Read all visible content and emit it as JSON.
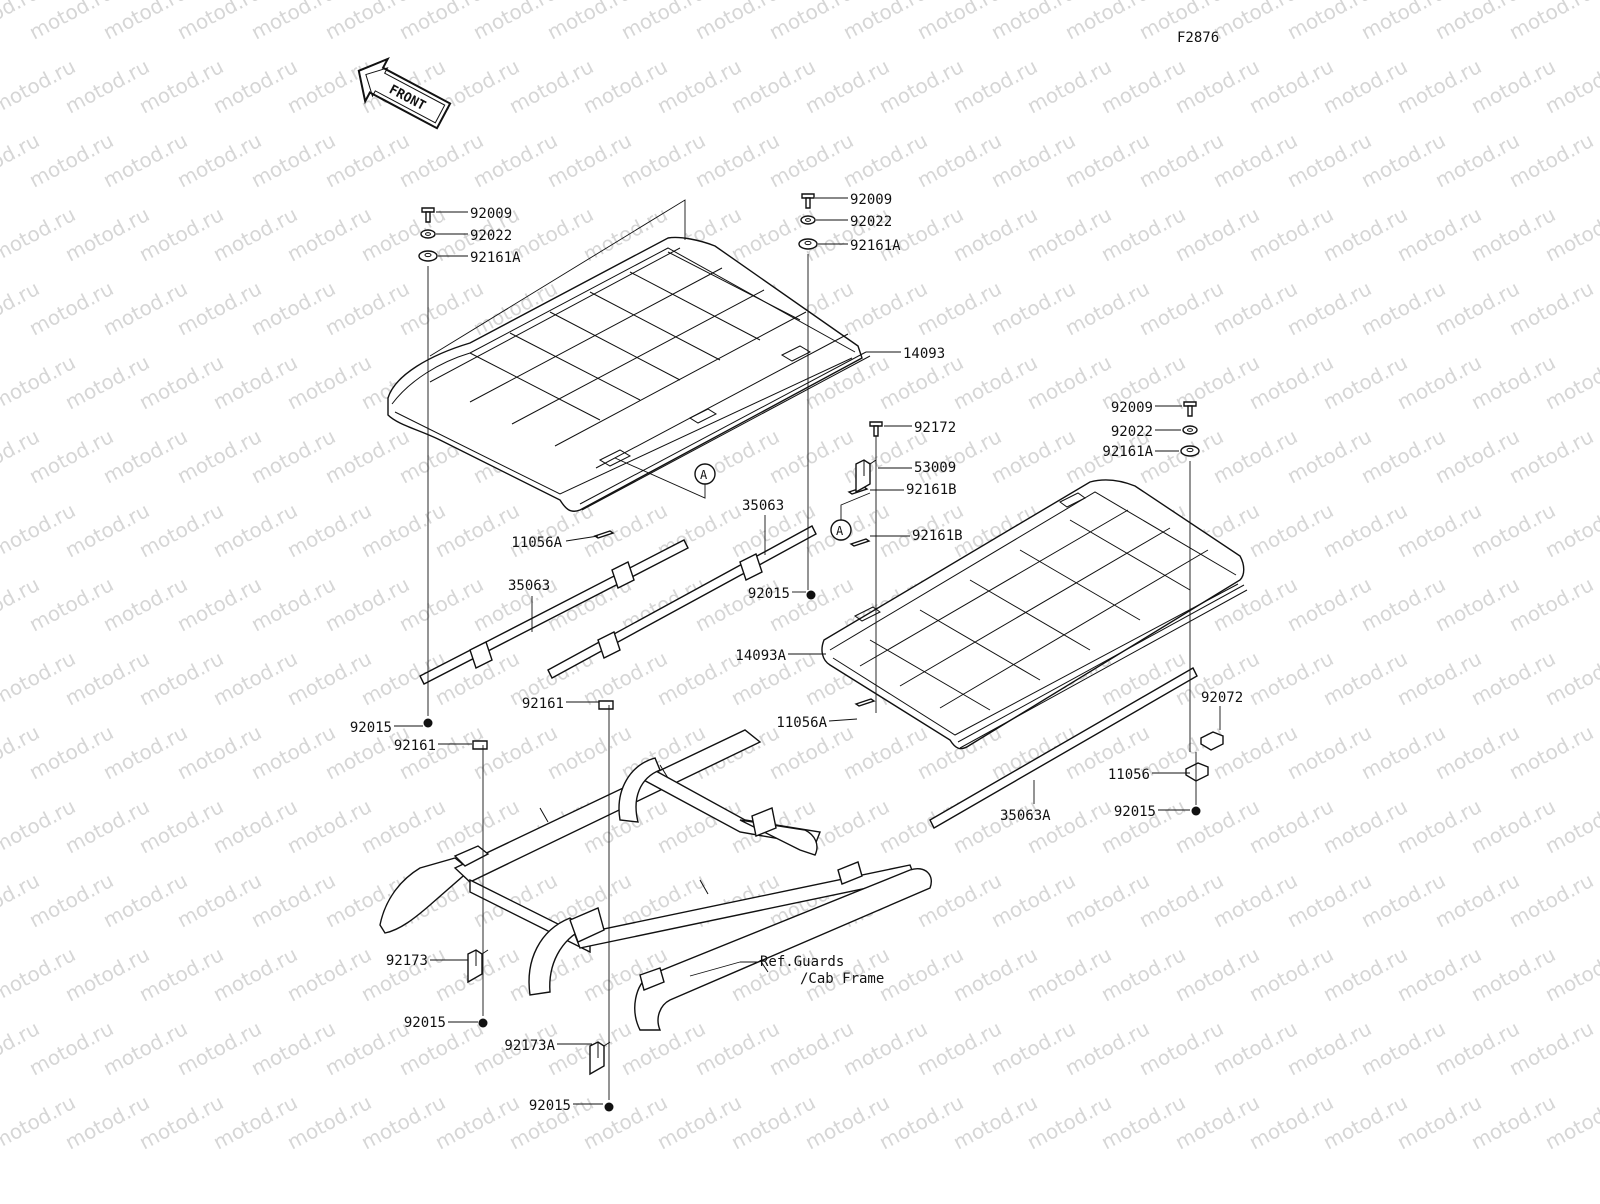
{
  "figure_code": "F2876",
  "front_marker": "FRONT",
  "watermark": "motod.ru",
  "ref_marker": "A",
  "labels": {
    "l1_92009": "92009",
    "l1_92022": "92022",
    "l1_92161A": "92161A",
    "l2_92009": "92009",
    "l2_92022": "92022",
    "l2_92161A": "92161A",
    "l_14093": "14093",
    "l_11056A_1": "11056A",
    "l_35063_1": "35063",
    "l_35063_2": "35063",
    "l_92015_1": "92015",
    "l_92015_2": "92015",
    "l_92161_1": "92161",
    "l_92161_2": "92161",
    "l_92172": "92172",
    "l_53009": "53009",
    "l_92161B_1": "92161B",
    "l_92161B_2": "92161B",
    "l3_92009": "92009",
    "l3_92022": "92022",
    "l3_92161A": "92161A",
    "l_14093A": "14093A",
    "l_11056A_2": "11056A",
    "l_92072": "92072",
    "l_11056": "11056",
    "l_92015_3": "92015",
    "l_35063A": "35063A",
    "l_92173": "92173",
    "l_92015_4": "92015",
    "l_92173A": "92173A",
    "l_92015_5": "92015",
    "l_ref_1": "Ref.Guards",
    "l_ref_2": "/Cab Frame"
  }
}
